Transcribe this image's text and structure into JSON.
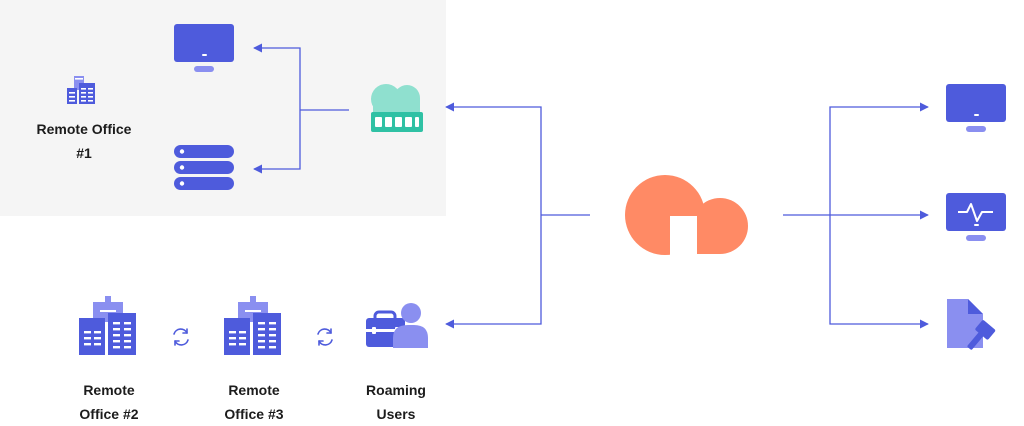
{
  "labels": {
    "office1": "Remote Office\n#1",
    "office2": "Remote\nOffice #2",
    "office3": "Remote\nOffice #3",
    "roaming": "Roaming\nUsers"
  },
  "colors": {
    "primary": "#4e5bdc",
    "secondary": "#8a8ff0",
    "cloud_main": "#ff8a65",
    "cloud_gateway": "#8fe0cf",
    "gateway_bar": "#2fc1a4",
    "connector": "#4e5bdc",
    "panel": "#f5f5f5"
  },
  "icons": {
    "office1": "building-icon",
    "office1_monitor": "monitor-icon",
    "office1_server": "server-icon",
    "gateway": "cloud-gateway-icon",
    "main_cloud": "cloud-icon",
    "office2": "building-icon",
    "office3": "building-icon",
    "sync_a": "sync-icon",
    "sync_b": "sync-icon",
    "roaming": "user-briefcase-icon",
    "out_monitor": "monitor-icon",
    "out_activity": "activity-monitor-icon",
    "out_document": "document-gavel-icon"
  }
}
